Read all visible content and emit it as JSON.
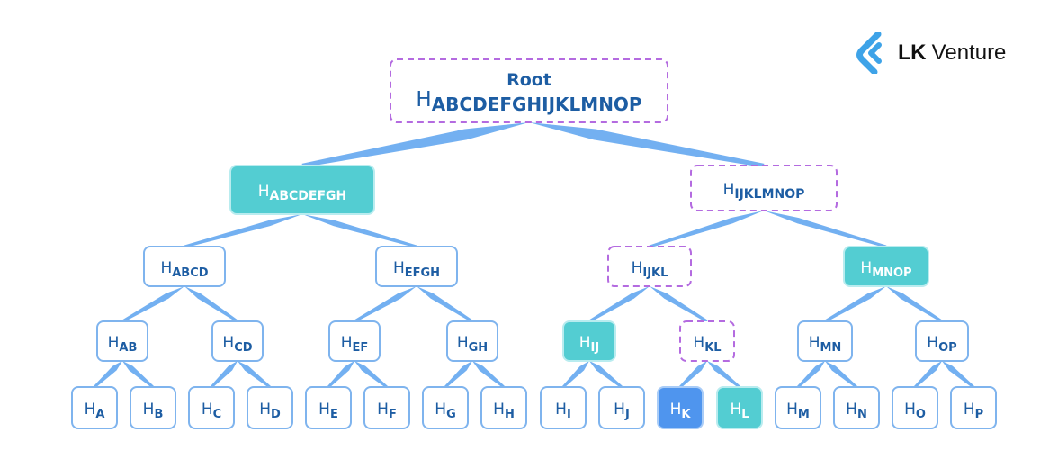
{
  "brand": {
    "logo_bold": "LK",
    "logo_rest": " Venture",
    "accent": "#3ea3e8"
  },
  "colors": {
    "edge": "#5aa2ef",
    "text": "#1d5da3",
    "box_border": "#7fb4ee",
    "dashed_border": "#b46be0",
    "teal_fill": "#53cdd2",
    "blue_fill": "#4f95ee"
  },
  "root_label": "Root",
  "nodes": [
    {
      "id": "root",
      "sub": "ABCDEFGHIJKLMNOP",
      "style": "dashed",
      "parent": null
    },
    {
      "id": "ah",
      "sub": "ABCDEFGH",
      "style": "teal",
      "parent": "root"
    },
    {
      "id": "ip",
      "sub": "IJKLMNOP",
      "style": "dashed",
      "parent": "root"
    },
    {
      "id": "ad",
      "sub": "ABCD",
      "style": "normal",
      "parent": "ah"
    },
    {
      "id": "eh",
      "sub": "EFGH",
      "style": "normal",
      "parent": "ah"
    },
    {
      "id": "il",
      "sub": "IJKL",
      "style": "dashed",
      "parent": "ip"
    },
    {
      "id": "mp",
      "sub": "MNOP",
      "style": "teal",
      "parent": "ip"
    },
    {
      "id": "ab",
      "sub": "AB",
      "style": "normal",
      "parent": "ad"
    },
    {
      "id": "cd",
      "sub": "CD",
      "style": "normal",
      "parent": "ad"
    },
    {
      "id": "ef",
      "sub": "EF",
      "style": "normal",
      "parent": "eh"
    },
    {
      "id": "gh",
      "sub": "GH",
      "style": "normal",
      "parent": "eh"
    },
    {
      "id": "ij",
      "sub": "IJ",
      "style": "teal",
      "parent": "il"
    },
    {
      "id": "kl",
      "sub": "KL",
      "style": "dashed",
      "parent": "il"
    },
    {
      "id": "mn",
      "sub": "MN",
      "style": "normal",
      "parent": "mp"
    },
    {
      "id": "op",
      "sub": "OP",
      "style": "normal",
      "parent": "mp"
    },
    {
      "id": "a",
      "sub": "A",
      "style": "normal",
      "parent": "ab"
    },
    {
      "id": "b",
      "sub": "B",
      "style": "normal",
      "parent": "ab"
    },
    {
      "id": "c",
      "sub": "C",
      "style": "normal",
      "parent": "cd"
    },
    {
      "id": "d",
      "sub": "D",
      "style": "normal",
      "parent": "cd"
    },
    {
      "id": "e",
      "sub": "E",
      "style": "normal",
      "parent": "ef"
    },
    {
      "id": "f",
      "sub": "F",
      "style": "normal",
      "parent": "ef"
    },
    {
      "id": "g",
      "sub": "G",
      "style": "normal",
      "parent": "gh"
    },
    {
      "id": "h",
      "sub": "H",
      "style": "normal",
      "parent": "gh"
    },
    {
      "id": "i",
      "sub": "I",
      "style": "normal",
      "parent": "ij"
    },
    {
      "id": "j",
      "sub": "J",
      "style": "normal",
      "parent": "ij"
    },
    {
      "id": "k",
      "sub": "K",
      "style": "blue",
      "parent": "kl"
    },
    {
      "id": "l",
      "sub": "L",
      "style": "teal",
      "parent": "kl"
    },
    {
      "id": "m",
      "sub": "M",
      "style": "normal",
      "parent": "mn"
    },
    {
      "id": "n",
      "sub": "N",
      "style": "normal",
      "parent": "mn"
    },
    {
      "id": "o",
      "sub": "O",
      "style": "normal",
      "parent": "op"
    },
    {
      "id": "p",
      "sub": "P",
      "style": "normal",
      "parent": "op"
    }
  ]
}
